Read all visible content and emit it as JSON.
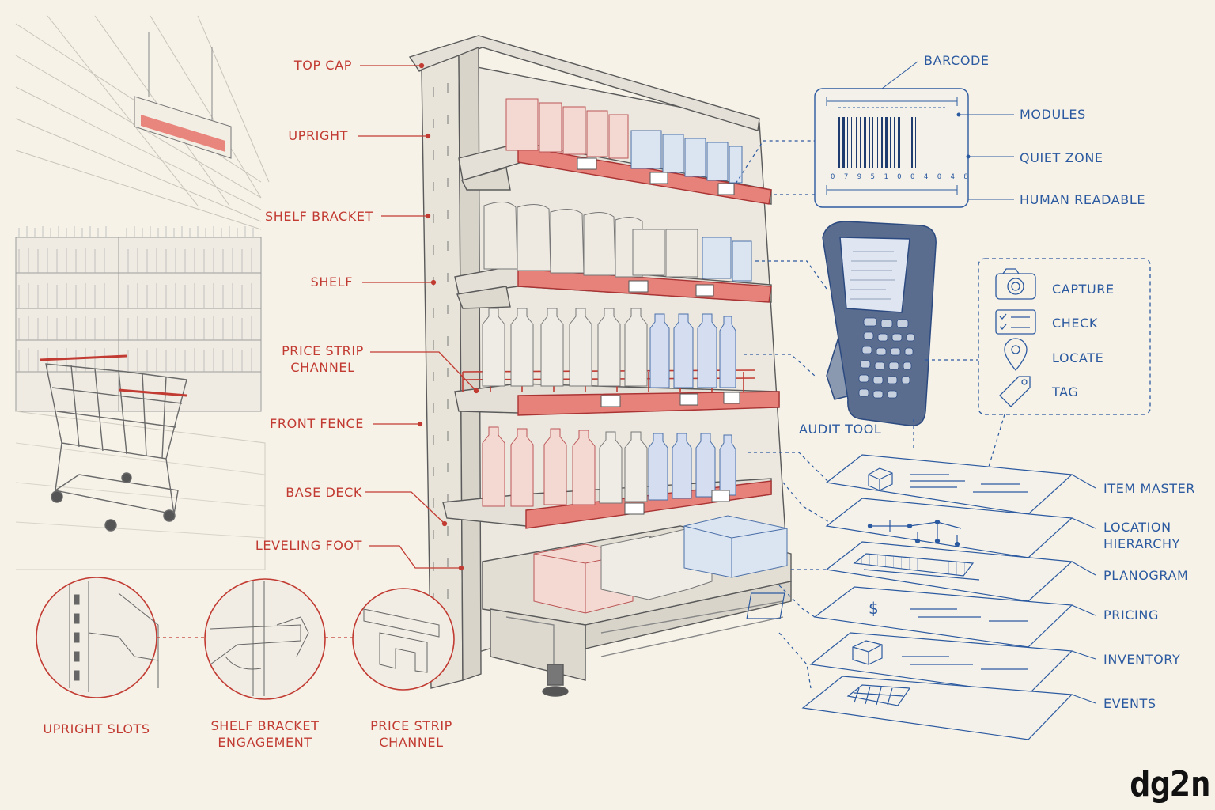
{
  "shelf_labels": {
    "top_cap": "TOP CAP",
    "upright": "UPRIGHT",
    "shelf_bracket": "SHELF BRACKET",
    "shelf": "SHELF",
    "price_strip_channel_1": "PRICE STRIP",
    "price_strip_channel_2": "CHANNEL",
    "front_fence": "FRONT FENCE",
    "base_deck": "BASE DECK",
    "leveling_foot": "LEVELING FOOT"
  },
  "details": {
    "upright_slots": "UPRIGHT SLOTS",
    "bracket_engagement_1": "SHELF BRACKET",
    "bracket_engagement_2": "ENGAGEMENT",
    "price_strip_1": "PRICE STRIP",
    "price_strip_2": "CHANNEL"
  },
  "barcode": {
    "title": "BARCODE",
    "modules": "MODULES",
    "quiet_zone": "QUIET ZONE",
    "human_readable": "HUMAN READABLE"
  },
  "audit": {
    "tool": "AUDIT TOOL",
    "capture": "CAPTURE",
    "check": "CHECK",
    "locate": "LOCATE",
    "tag": "TAG"
  },
  "data_layers": {
    "item_master": "ITEM MASTER",
    "location_1": "LOCATION",
    "location_2": "HIERARCHY",
    "planogram": "PLANOGRAM",
    "pricing": "PRICING",
    "inventory": "INVENTORY",
    "events": "EVENTS"
  },
  "brand": "dg2n",
  "colors": {
    "accent_red": "#c23b32",
    "accent_blue": "#2c5aa0",
    "paper": "#f6f2e8",
    "ink": "#555555"
  }
}
